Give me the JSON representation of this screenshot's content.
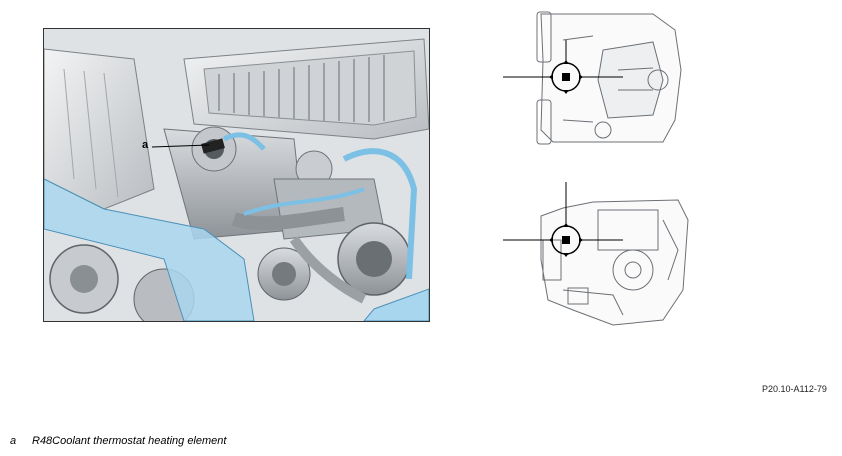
{
  "callout": {
    "letter": "a"
  },
  "figure_id": "P20.10-A112-79",
  "legend": {
    "items": [
      {
        "key": "a",
        "text": "R48Coolant thermostat heating element"
      }
    ]
  }
}
